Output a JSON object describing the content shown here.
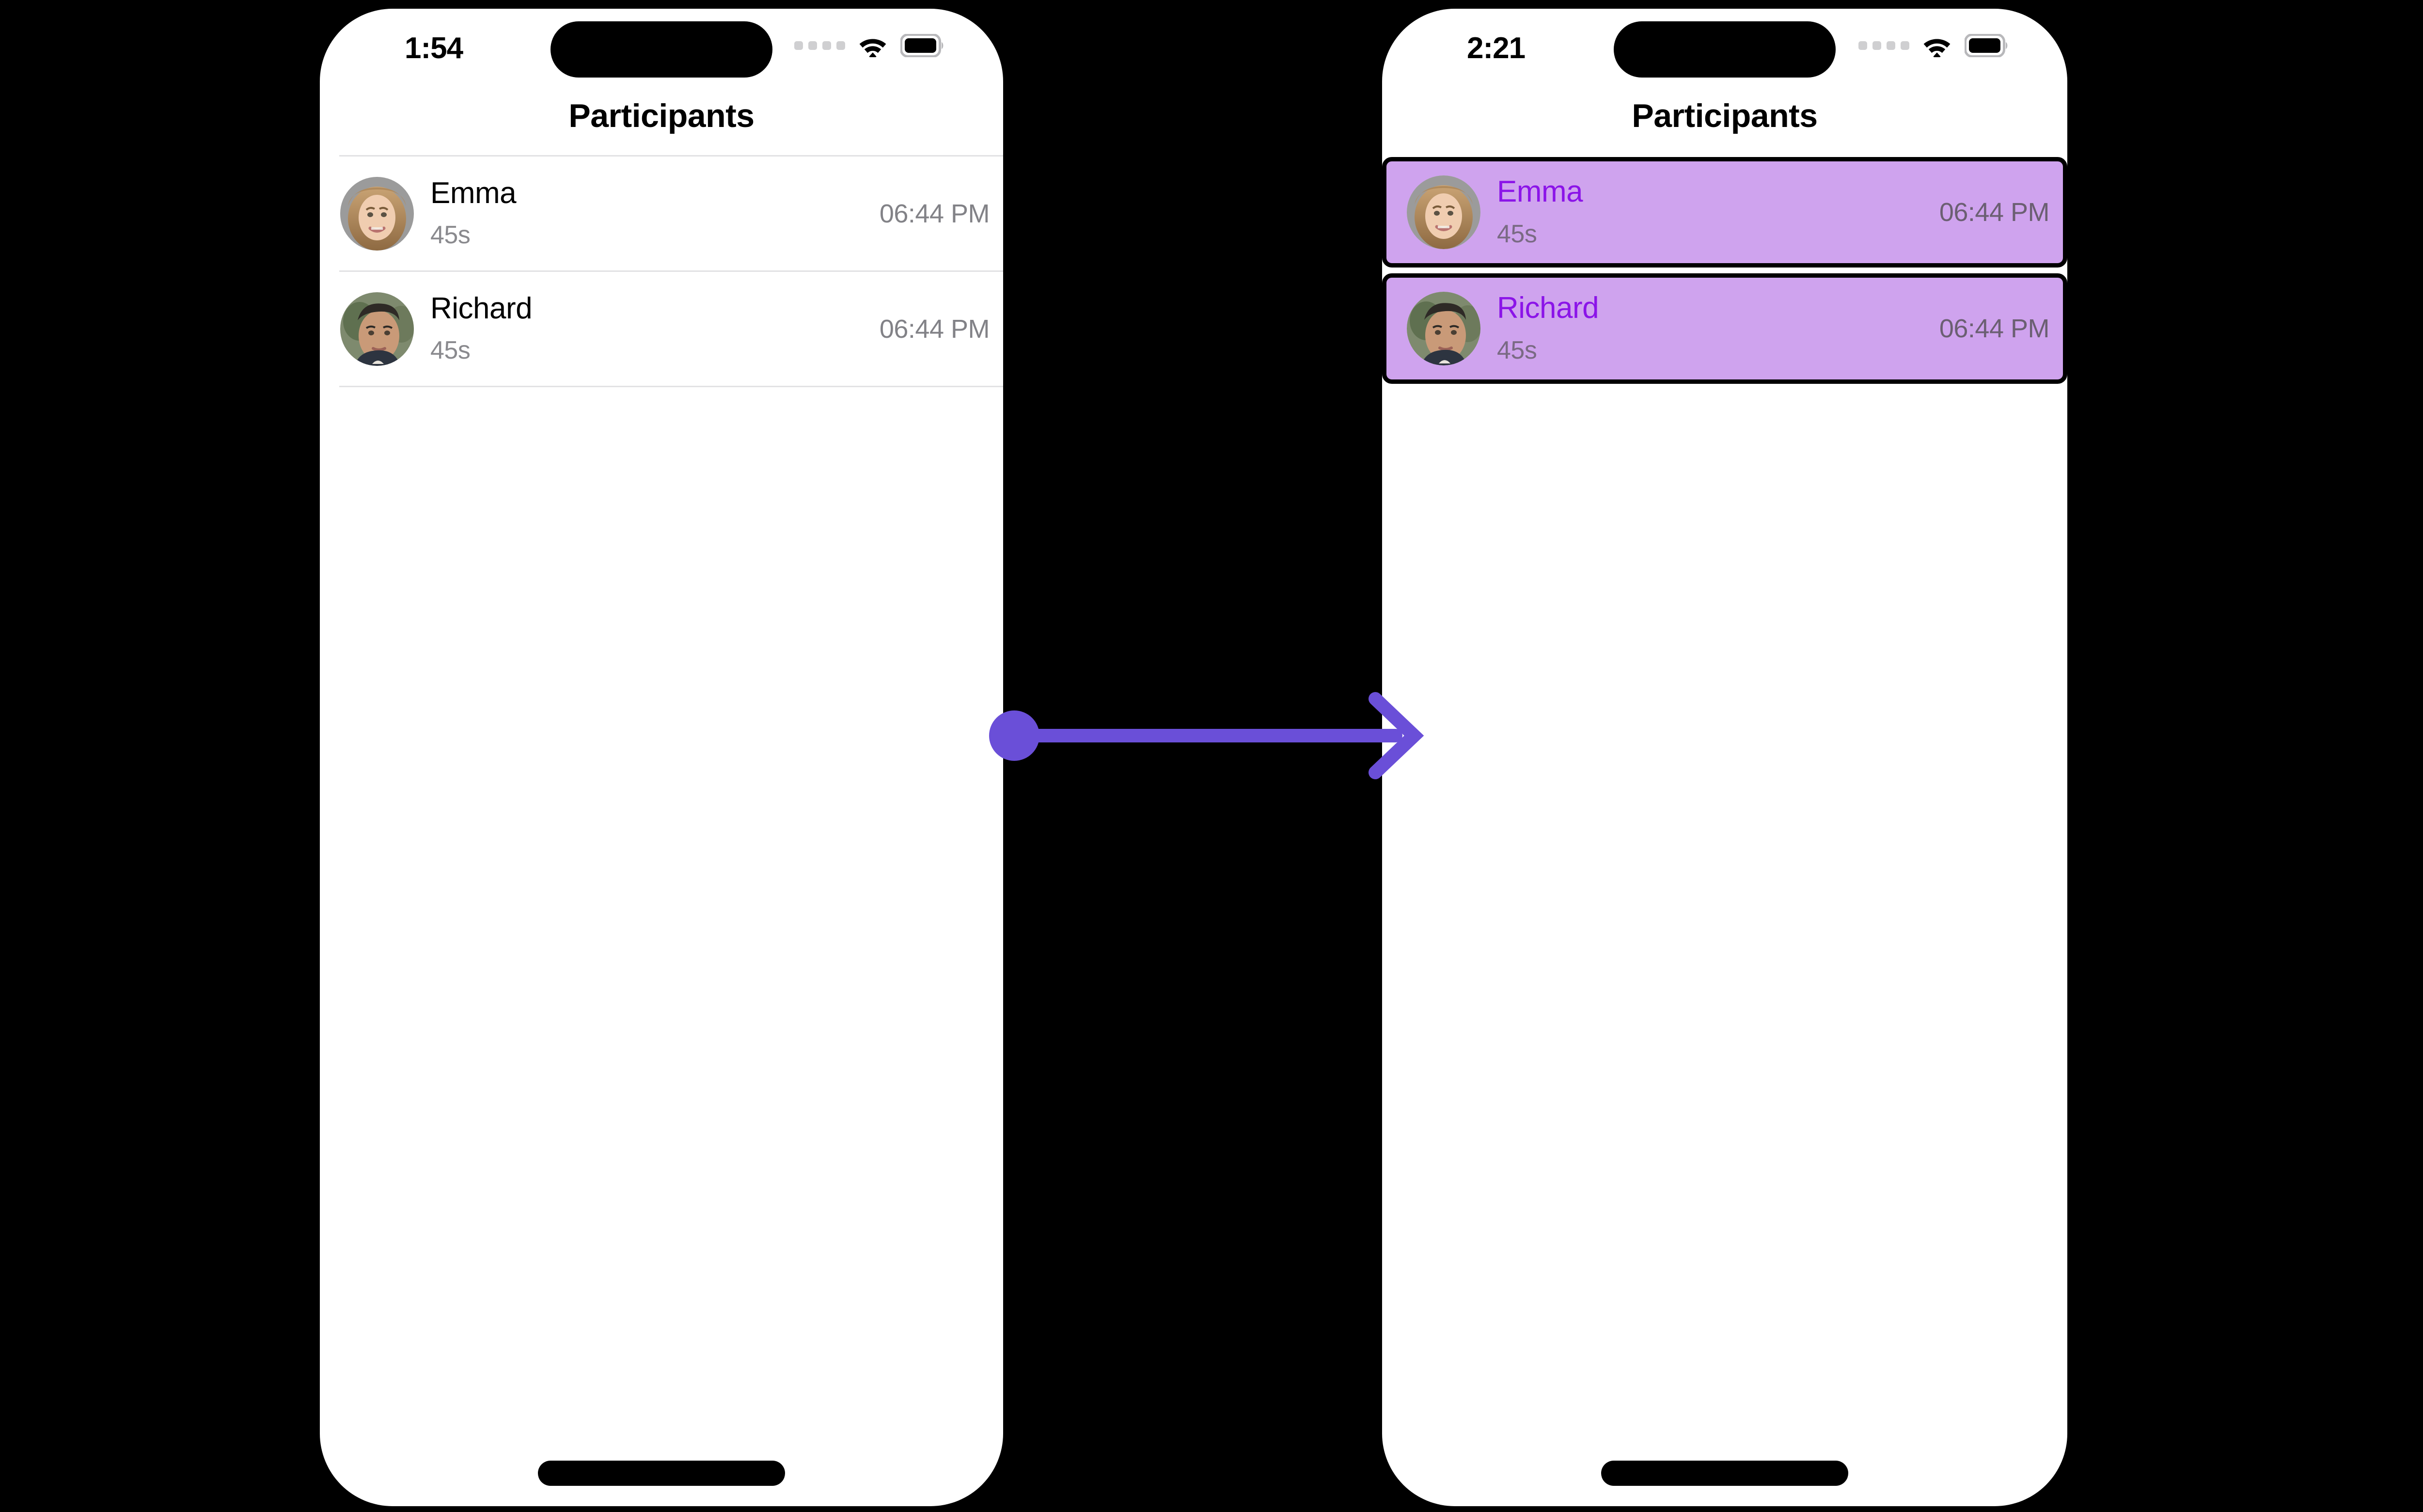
{
  "accent": {
    "arrow": "#6A4FD8",
    "highlight_bg": "#CFA3EE",
    "highlight_name": "#8B14E8",
    "border": "#000000",
    "subtitle": "#8A8A8E",
    "timestamp": "#828287"
  },
  "screens": [
    {
      "id": "before",
      "status_bar": {
        "time": "1:54",
        "signal_icon": "cellular-dots-icon",
        "wifi_icon": "wifi-icon",
        "battery_icon": "battery-icon",
        "dynamic_island": "dynamic-island"
      },
      "nav": {
        "title": "Participants"
      },
      "list": {
        "selected": false,
        "rows": [
          {
            "avatar": "avatar-emma",
            "name": "Emma",
            "subtitle": "45s",
            "time": "06:44 PM"
          },
          {
            "avatar": "avatar-richard",
            "name": "Richard",
            "subtitle": "45s",
            "time": "06:44 PM"
          }
        ]
      },
      "home_indicator": "home-indicator"
    },
    {
      "id": "after",
      "status_bar": {
        "time": "2:21",
        "signal_icon": "cellular-dots-icon",
        "wifi_icon": "wifi-icon",
        "battery_icon": "battery-icon",
        "dynamic_island": "dynamic-island"
      },
      "nav": {
        "title": "Participants"
      },
      "list": {
        "selected": true,
        "rows": [
          {
            "avatar": "avatar-emma",
            "name": "Emma",
            "subtitle": "45s",
            "time": "06:44 PM"
          },
          {
            "avatar": "avatar-richard",
            "name": "Richard",
            "subtitle": "45s",
            "time": "06:44 PM"
          }
        ]
      },
      "home_indicator": "home-indicator"
    }
  ],
  "annotation": {
    "type": "arrow",
    "icon": "arrow-right-icon",
    "start_dot": "action-origin-dot",
    "color": "#6A4FD8"
  }
}
